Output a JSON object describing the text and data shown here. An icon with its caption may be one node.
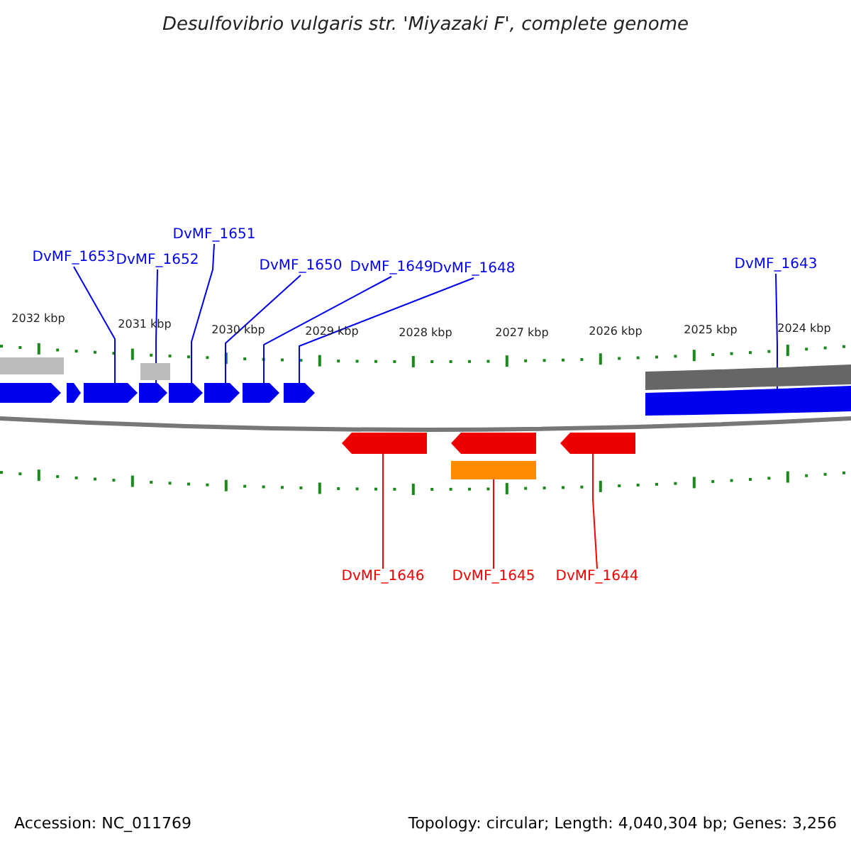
{
  "diagram": {
    "title": "Desulfovibrio vulgaris str. 'Miyazaki F', complete genome",
    "nodes": [
      {
        "text": [
          "DvMF_1653"
        ]
      },
      {
        "text": [
          "DvMF_1652"
        ]
      },
      {
        "text": [
          "DvMF_1651"
        ]
      },
      {
        "text": [
          "DvMF_1650"
        ]
      },
      {
        "text": [
          "DvMF_1649"
        ]
      },
      {
        "text": [
          "DvMF_1648"
        ]
      },
      {
        "text": [
          "DvMF_1643"
        ]
      },
      {
        "text": [
          "DvMF_1646"
        ]
      },
      {
        "text": [
          "DvMF_1645"
        ]
      },
      {
        "text": [
          "DvMF_1644"
        ]
      },
      {
        "text": [],
        "shape": "arrow"
      },
      {
        "text": [],
        "shape": "arrow"
      },
      {
        "text": [],
        "shape": "arrow"
      },
      {
        "text": [],
        "shape": "arrow"
      },
      {
        "text": [],
        "shape": "arrow"
      },
      {
        "text": [],
        "shape": "arrow"
      },
      {
        "text": [],
        "shape": "arrow"
      },
      {
        "text": [],
        "shape": "arrow"
      },
      {
        "text": [],
        "shape": "bar"
      },
      {
        "text": [],
        "shape": "bar"
      },
      {
        "text": [],
        "shape": "bar"
      },
      {
        "text": [],
        "shape": "bar"
      },
      {
        "text": [],
        "shape": "arrow"
      },
      {
        "text": [],
        "shape": "arrow"
      },
      {
        "text": [],
        "shape": "arrow"
      },
      {
        "text": [],
        "shape": "bar"
      }
    ],
    "edges": [
      {
        "from": 0,
        "to": 12,
        "arrow": "none"
      },
      {
        "from": 1,
        "to": 13,
        "arrow": "none"
      },
      {
        "from": 2,
        "to": 14,
        "arrow": "none"
      },
      {
        "from": 3,
        "to": 15,
        "arrow": "none"
      },
      {
        "from": 4,
        "to": 16,
        "arrow": "none"
      },
      {
        "from": 5,
        "to": 17,
        "arrow": "none"
      },
      {
        "from": 6,
        "to": 18,
        "arrow": "none"
      },
      {
        "from": 7,
        "to": 22,
        "arrow": "none",
        "color": "#ff0000"
      },
      {
        "from": 8,
        "to": 25,
        "arrow": "none",
        "color": "#ff0000"
      },
      {
        "from": 9,
        "to": 24,
        "arrow": "none",
        "color": "#ff0000"
      }
    ],
    "labels": [
      "2032 kbp",
      "2031 kbp",
      "2030 kbp",
      "2029 kbp",
      "2028 kbp",
      "2027 kbp",
      "2026 kbp",
      "2025 kbp",
      "2024 kbp",
      "Accession: NC_011769",
      "Topology: circular; Length: 4,040,304 bp; Genes: 3,256"
    ]
  }
}
